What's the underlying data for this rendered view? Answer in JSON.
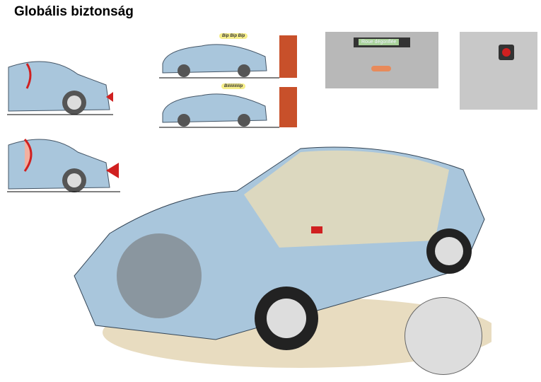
{
  "title": "Globális biztonság",
  "parking_sensor": {
    "beep_slow": "Bip Bip Bip",
    "beep_continuous": "Biiiiiiiiiiip"
  },
  "dashboard_display": "Roue dégonflée",
  "colors": {
    "car_body": "#a9c6dc",
    "airbag": "#e8dcb8",
    "wall": "#c8502a",
    "signal": "#d02020"
  }
}
